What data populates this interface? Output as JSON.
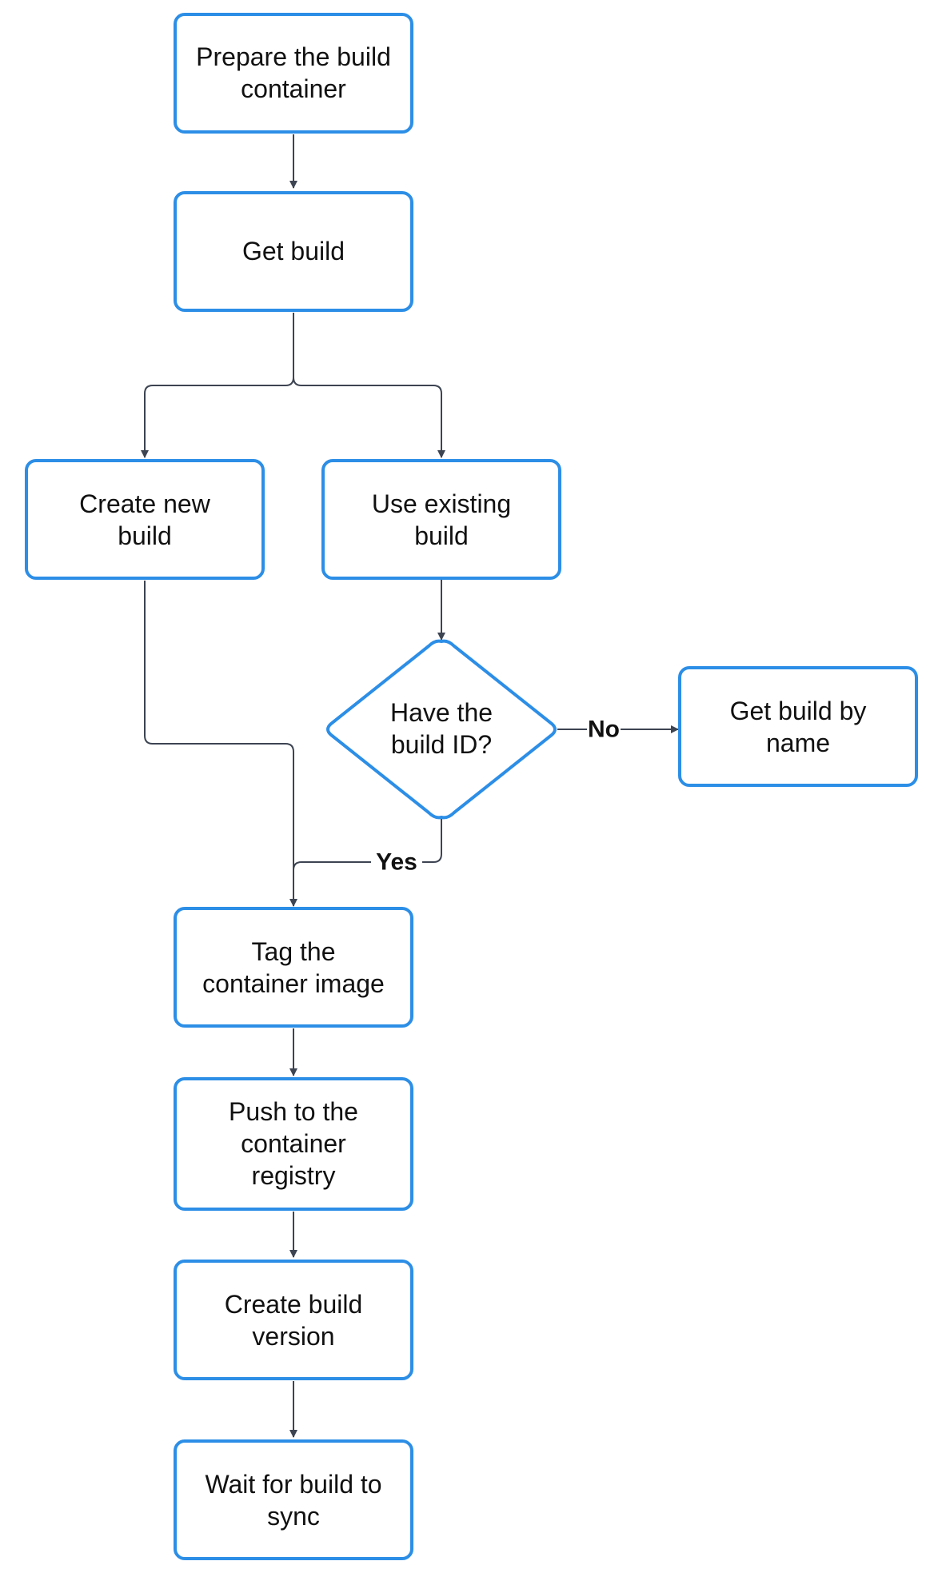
{
  "nodes": {
    "prepare": {
      "lines": [
        "Prepare the build",
        "container"
      ]
    },
    "get_build": {
      "lines": [
        "Get build"
      ]
    },
    "create_new": {
      "lines": [
        "Create new",
        "build"
      ]
    },
    "use_existing": {
      "lines": [
        "Use existing",
        "build"
      ]
    },
    "have_id": {
      "lines": [
        "Have the",
        "build ID?"
      ]
    },
    "get_by_name": {
      "lines": [
        "Get build by",
        "name"
      ]
    },
    "tag": {
      "lines": [
        "Tag the",
        "container image"
      ]
    },
    "push": {
      "lines": [
        "Push to the",
        "container",
        "registry"
      ]
    },
    "create_version": {
      "lines": [
        "Create build",
        "version"
      ]
    },
    "wait": {
      "lines": [
        "Wait for build to",
        "sync"
      ]
    }
  },
  "edge_labels": {
    "no": "No",
    "yes": "Yes"
  },
  "colors": {
    "node_border": "#2c8ee6",
    "edge": "#3d4452",
    "text": "#111111"
  }
}
